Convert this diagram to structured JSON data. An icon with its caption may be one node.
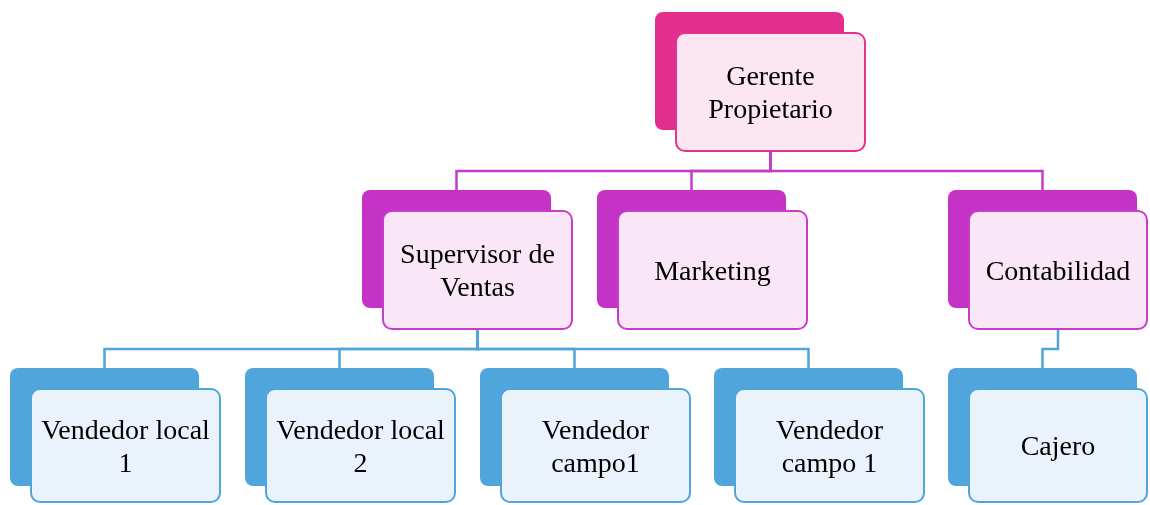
{
  "diagram": {
    "nodes": [
      {
        "text": [
          "Gerente Propietario"
        ]
      },
      {
        "text": [
          "Supervisor de Ventas"
        ]
      },
      {
        "text": [
          "Marketing"
        ]
      },
      {
        "text": [
          "Contabilidad"
        ]
      },
      {
        "text": [
          "Vendedor local 1"
        ]
      },
      {
        "text": [
          "Vendedor local 2"
        ]
      },
      {
        "text": [
          "Vendedor campo1"
        ]
      },
      {
        "text": [
          "Vendedor campo 1"
        ]
      },
      {
        "text": [
          "Cajero"
        ]
      }
    ],
    "edges": [
      {
        "from": 0,
        "to": 1,
        "arrow": "none",
        "color": "#c23ec6"
      },
      {
        "from": 0,
        "to": 2,
        "arrow": "none",
        "color": "#c23ec6"
      },
      {
        "from": 0,
        "to": 3,
        "arrow": "none",
        "color": "#c23ec6"
      },
      {
        "from": 1,
        "to": 4,
        "arrow": "none"
      },
      {
        "from": 1,
        "to": 5,
        "arrow": "none"
      },
      {
        "from": 1,
        "to": 6,
        "arrow": "none"
      },
      {
        "from": 1,
        "to": 7,
        "arrow": "none"
      },
      {
        "from": 3,
        "to": 8,
        "arrow": "none"
      }
    ]
  }
}
